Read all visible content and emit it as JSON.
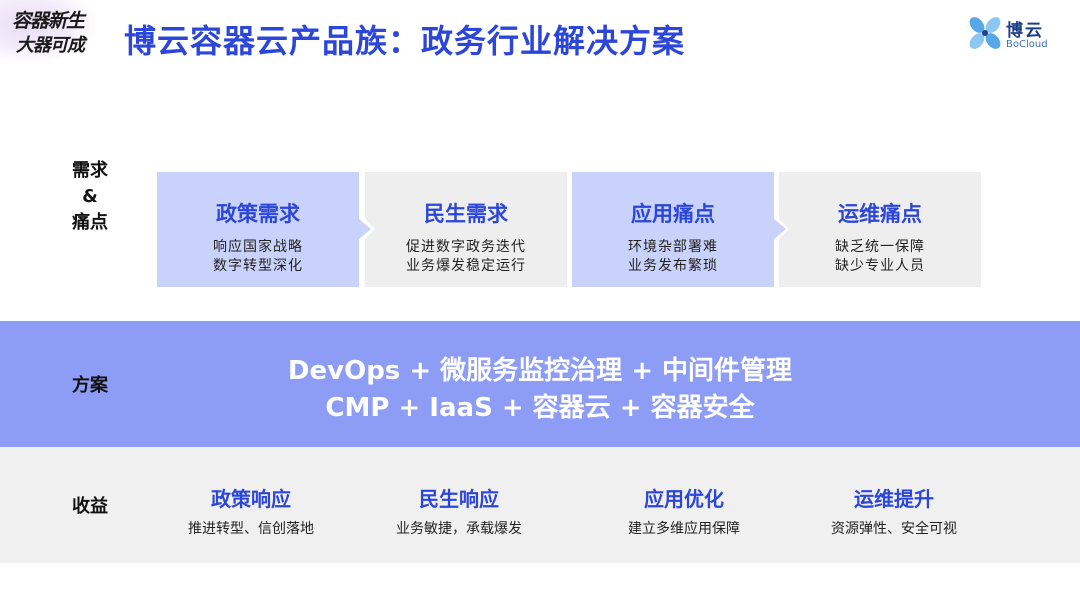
{
  "header": {
    "calligraphy_line1": "容器新生",
    "calligraphy_line2": "大器可成",
    "title": "博云容器云产品族：政务行业解决方案",
    "brand_name": "博云",
    "brand_sub": "BoCloud"
  },
  "row_labels": {
    "needs_line1": "需求",
    "needs_line2": "&",
    "needs_line3": "痛点",
    "solution": "方案",
    "benefits": "收益"
  },
  "needs": [
    {
      "title": "政策需求",
      "line1": "响应国家战略",
      "line2": "数字转型深化"
    },
    {
      "title": "民生需求",
      "line1": "促进数字政务迭代",
      "line2": "业务爆发稳定运行"
    },
    {
      "title": "应用痛点",
      "line1": "环境杂部署难",
      "line2": "业务发布繁琐"
    },
    {
      "title": "运维痛点",
      "line1": "缺乏统一保障",
      "line2": "缺少专业人员"
    }
  ],
  "solution": {
    "line1": "DevOps + 微服务监控治理 + 中间件管理",
    "line2": "CMP + IaaS + 容器云 + 容器安全"
  },
  "benefits": [
    {
      "title": "政策响应",
      "desc": "推进转型、信创落地"
    },
    {
      "title": "民生响应",
      "desc": "业务敏捷，承载爆发"
    },
    {
      "title": "应用优化",
      "desc": "建立多维应用保障"
    },
    {
      "title": "运维提升",
      "desc": "资源弹性、安全可视"
    }
  ],
  "colors": {
    "title_blue": "#2b46d8",
    "card_blue": "#c9d2fb",
    "card_gray": "#eeeeee",
    "solution_band": "#8d9cf5",
    "benefit_band": "#f0f0f0"
  }
}
